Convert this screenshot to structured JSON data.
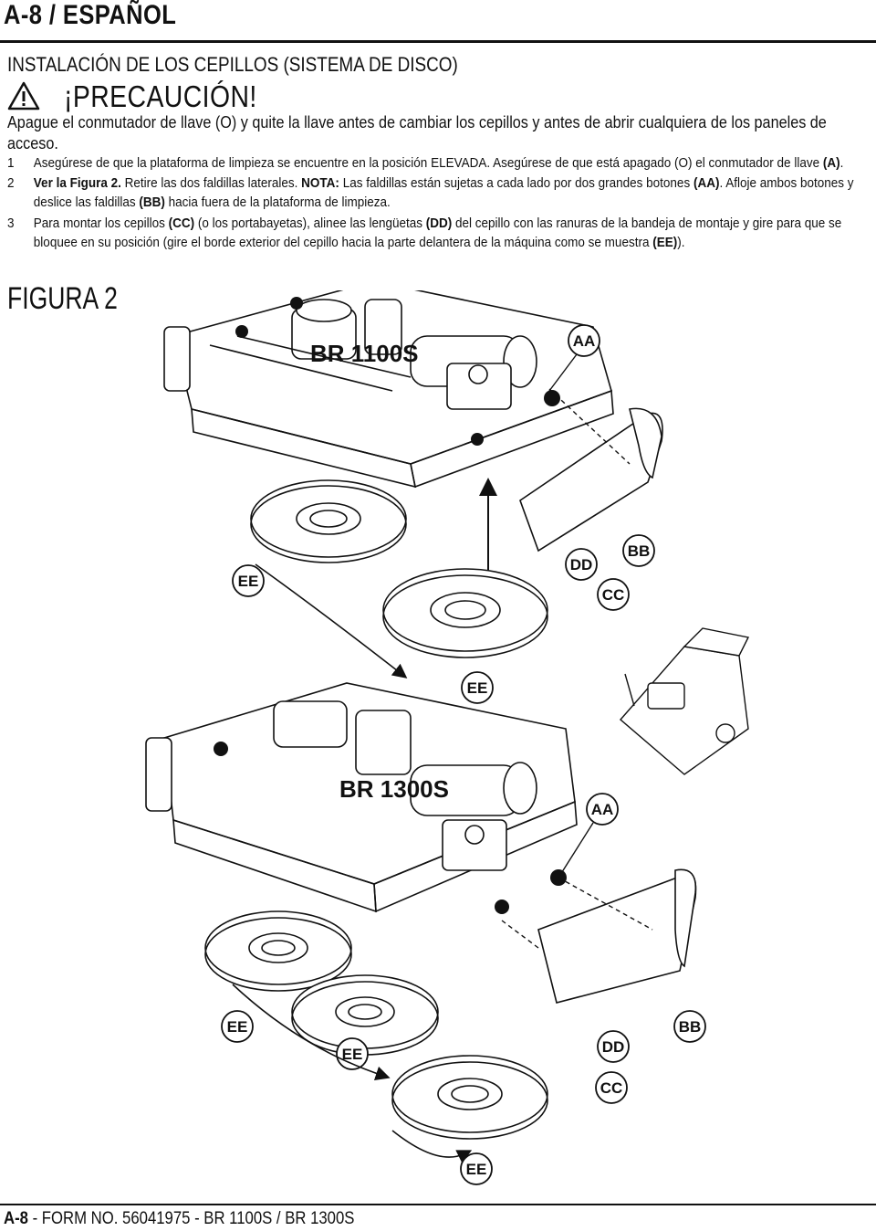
{
  "header": {
    "title": "A-8 / ESPAÑOL"
  },
  "section": {
    "title": "INSTALACIÓN DE LOS CEPILLOS (SISTEMA DE DISCO)"
  },
  "warning": {
    "heading": "¡PRECAUCIÓN!",
    "text": "Apague el conmutador de llave (O) y quite la llave antes de cambiar los cepillos y antes de abrir cualquiera de los paneles de acceso."
  },
  "steps": [
    {
      "num": "1",
      "line1": "Asegúrese de que la plataforma de limpieza se encuentre en la posición ELEVADA. Asegúrese de que está apagado (O) el conmutador de llave ",
      "bold1": "(A)",
      "end1": "."
    },
    {
      "num": "2",
      "bold_a": "Ver la Figura 2.",
      "text_a": " Retire las dos faldillas laterales. ",
      "bold_b": "NOTA:",
      "text_b": " Las faldillas están sujetas a cada lado por dos grandes botones ",
      "bold_c": "(AA)",
      "text_c": ". Afloje ambos botones y deslice las faldillas ",
      "bold_d": "(BB)",
      "text_d": " hacia fuera de la plataforma de limpieza."
    },
    {
      "num": "3",
      "text_a": "Para montar los cepillos ",
      "bold_a": "(CC)",
      "text_b": " (o los portabayetas), alinee las lengüetas ",
      "bold_b": "(DD)",
      "text_c": " del cepillo con las ranuras de la bandeja de montaje y gire para que se bloquee en su posición (gire el borde exterior del cepillo hacia la parte delantera de la máquina como se muestra ",
      "bold_c": "(EE)",
      "text_d": ")."
    }
  ],
  "figure": {
    "label": "FIGURA 2",
    "model_top": "BR 1100S",
    "model_bottom": "BR 1300S",
    "callouts": {
      "aa": "AA",
      "bb": "BB",
      "cc": "CC",
      "dd": "DD",
      "ee": "EE"
    }
  },
  "footer": {
    "page": "A-8",
    "rest": " - FORM NO. 56041975 - BR 1100S / BR 1300S"
  }
}
